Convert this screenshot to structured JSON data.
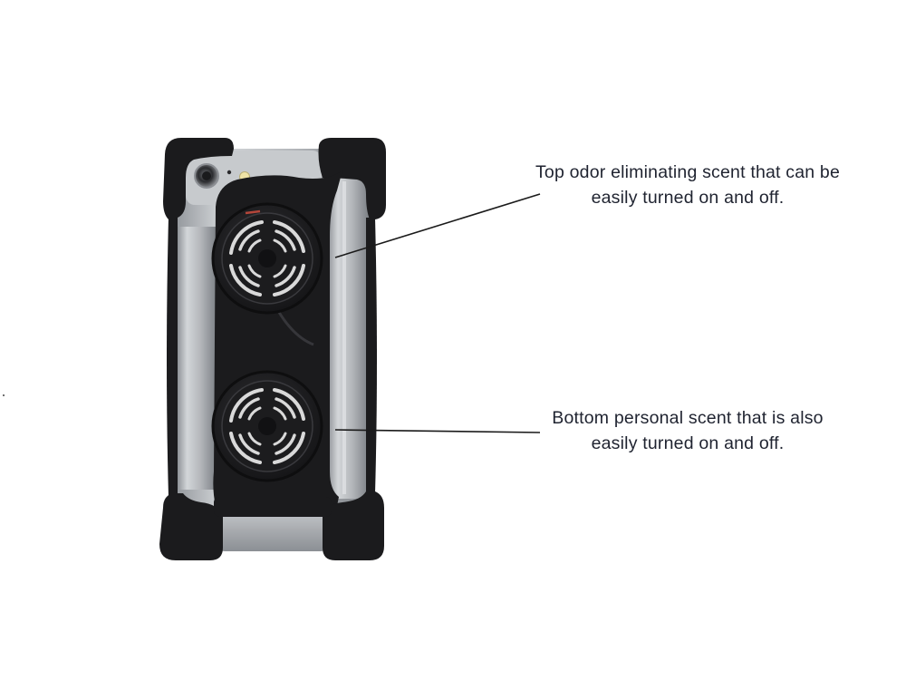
{
  "callouts": {
    "top": {
      "line1": "Top odor eliminating scent that can be",
      "line2": "easily turned on and off."
    },
    "bottom": {
      "line1": "Bottom personal scent that is also",
      "line2": "easily turned on and off."
    }
  },
  "colors": {
    "case": "#1b1b1d",
    "case_highlight": "#3a3a3e",
    "aluminum": "#b9bcc0",
    "aluminum_dark": "#8f9398",
    "grille": "#d9d9d9",
    "leader_line": "#1a1a1a",
    "text": "#1f2330"
  }
}
